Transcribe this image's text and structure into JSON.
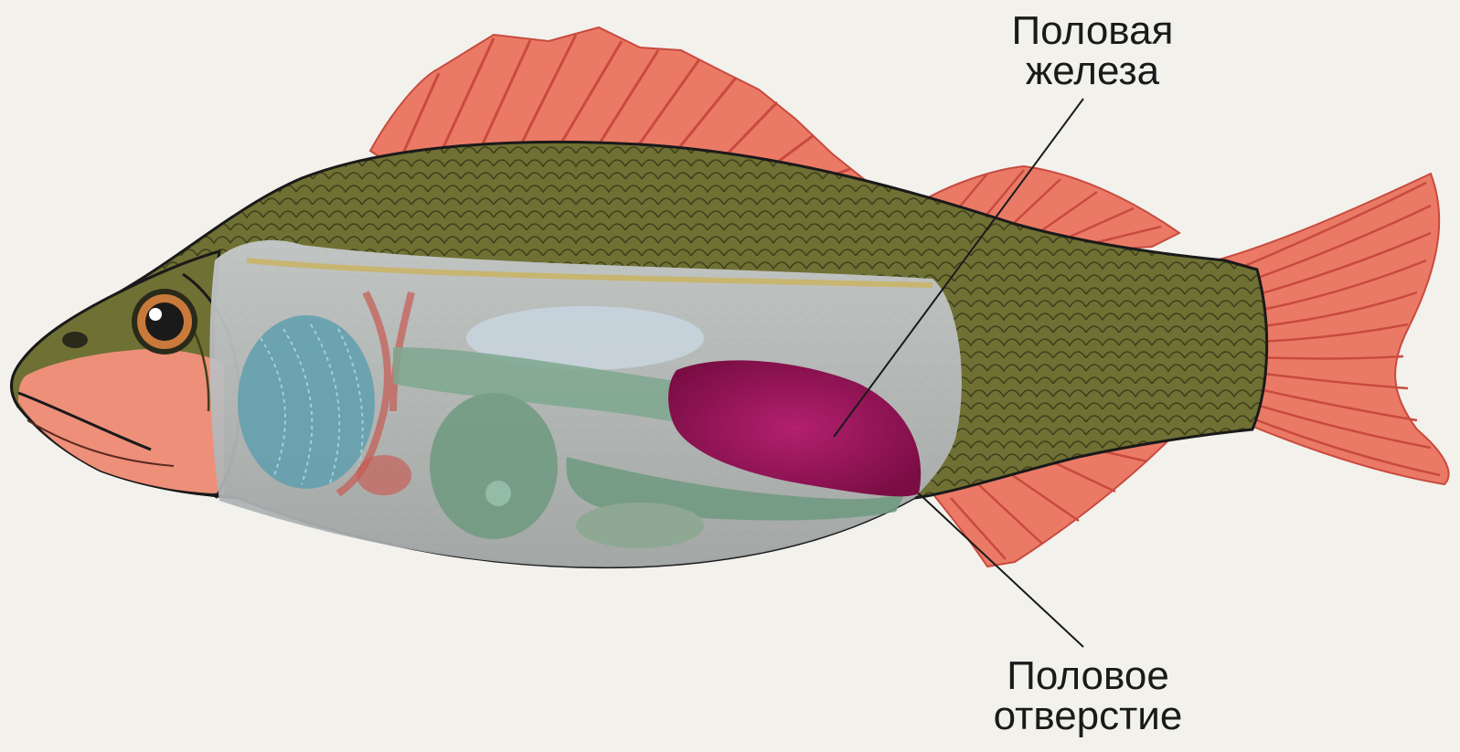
{
  "labels": {
    "gonad": {
      "line1": "Половая",
      "line2": "железа"
    },
    "genital_pore": {
      "line1": "Половое",
      "line2": "отверстие"
    }
  },
  "colors": {
    "background": "#f2f1ec",
    "fins": "#ea7a66",
    "fin_rays": "#c94a3e",
    "body_scales": "#6f7033",
    "scale_lines": "#3f3f1c",
    "cavity": "#b8bcbf",
    "gonad": "#8e1150",
    "gut": "#7ea88f",
    "gills": "#5f9fae",
    "head_pink": "#ee8f7a",
    "outline": "#1a1a1a"
  }
}
